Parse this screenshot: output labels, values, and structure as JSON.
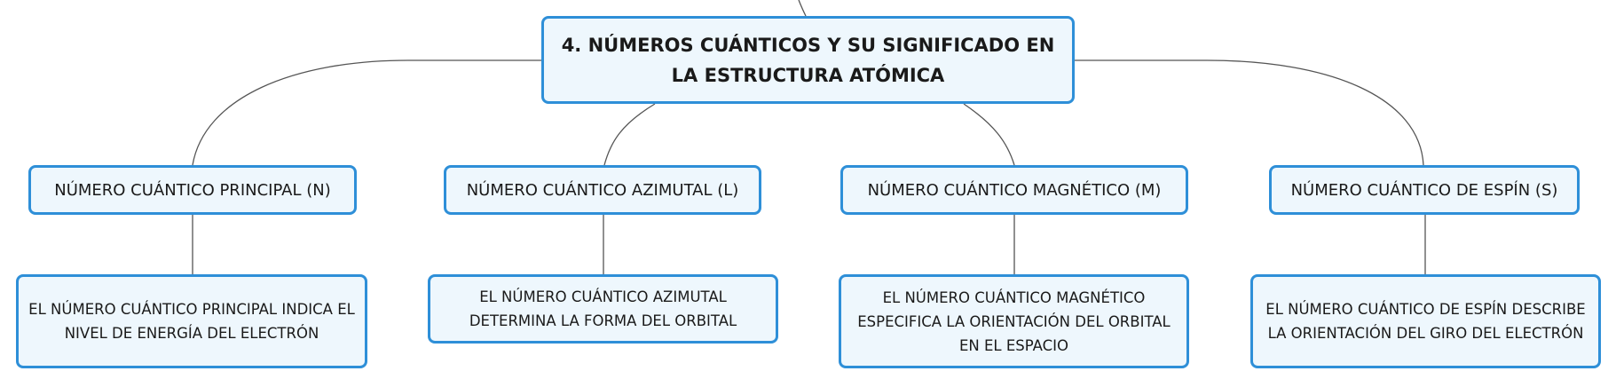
{
  "root": {
    "title": "4. NÚMEROS CUÁNTICOS Y SU SIGNIFICADO EN LA ESTRUCTURA ATÓMICA"
  },
  "branches": [
    {
      "label": "NÚMERO CUÁNTICO PRINCIPAL (N)",
      "description": "EL NÚMERO CUÁNTICO PRINCIPAL INDICA EL NIVEL DE ENERGÍA DEL ELECTRÓN"
    },
    {
      "label": "NÚMERO CUÁNTICO AZIMUTAL (L)",
      "description": "EL NÚMERO CUÁNTICO AZIMUTAL DETERMINA LA FORMA DEL ORBITAL"
    },
    {
      "label": "NÚMERO CUÁNTICO MAGNÉTICO (M)",
      "description": "EL NÚMERO CUÁNTICO MAGNÉTICO ESPECIFICA LA ORIENTACIÓN DEL ORBITAL EN EL ESPACIO"
    },
    {
      "label": "NÚMERO CUÁNTICO DE ESPÍN (S)",
      "description": "EL NÚMERO CUÁNTICO DE ESPÍN DESCRIBE LA ORIENTACIÓN DEL GIRO DEL ELECTRÓN"
    }
  ],
  "colors": {
    "node_border": "#2e8fd8",
    "node_fill": "#eef7fd",
    "connector": "#555555"
  }
}
